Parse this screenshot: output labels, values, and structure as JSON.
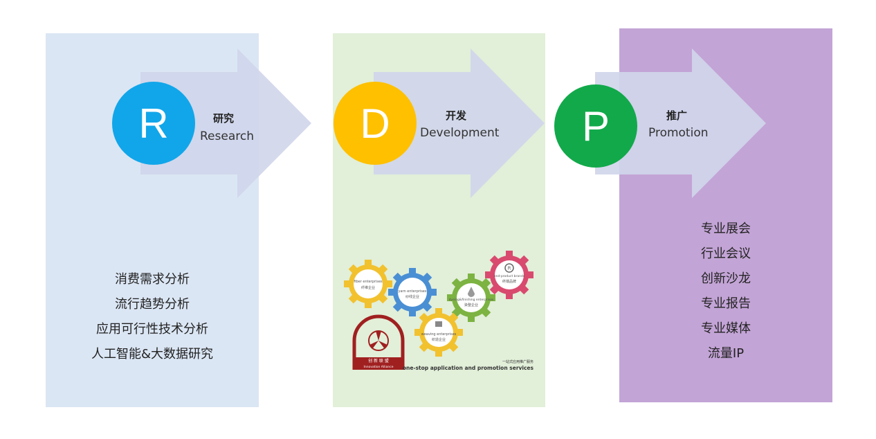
{
  "stages": [
    {
      "letter": "R",
      "title_cn": "研究",
      "title_en": "Research"
    },
    {
      "letter": "D",
      "title_cn": "开发",
      "title_en": "Development"
    },
    {
      "letter": "P",
      "title_cn": "推广",
      "title_en": "Promotion"
    }
  ],
  "research_items": [
    "消费需求分析",
    "流行趋势分析",
    "应用可行性技术分析",
    "人工智能&大数据研究"
  ],
  "promotion_items": [
    "专业展会",
    "行业会议",
    "创新沙龙",
    "专业报告",
    "专业媒体",
    "流量IP"
  ],
  "gears_graphic": {
    "fiber_en": "fiber enterprises",
    "fiber_cn": "纤维企业",
    "yarn_en": "yarn enterprises",
    "yarn_cn": "纱线企业",
    "dyeing_en": "dyeing&finishing enterprises",
    "dyeing_cn": "染整企业",
    "weaving_en": "weaving enterprises",
    "weaving_cn": "织造企业",
    "brand_en": "end-product brands",
    "brand_cn": "终端品牌",
    "logo_cn": "创 新 联 盟",
    "logo_en": "Innovation Alliance",
    "slogan_cn": "一站式应用推广服务",
    "slogan_en": "one-stop application and promotion services"
  },
  "colors": {
    "research_panel": "#dbe6f4",
    "development_panel": "#e2efd9",
    "promotion_panel": "#c3a4d6",
    "arrow": "#d0d6ea",
    "circle_r": "#11a6ea",
    "circle_d": "#ffc000",
    "circle_p": "#12a94a"
  }
}
